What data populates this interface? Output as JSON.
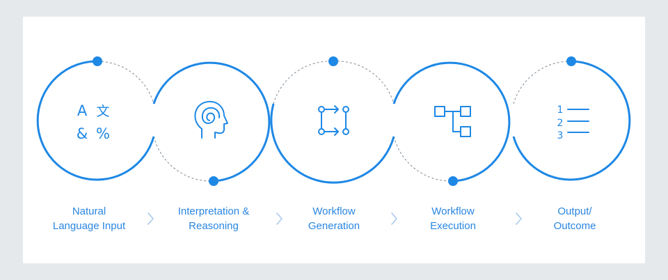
{
  "steps": [
    {
      "label": "Natural\nLanguage Input",
      "icon": "translate-icon"
    },
    {
      "label": "Interpretation &\nReasoning",
      "icon": "head-spiral-icon"
    },
    {
      "label": "Workflow\nGeneration",
      "icon": "flow-arrows-icon"
    },
    {
      "label": "Workflow\nExecution",
      "icon": "flowchart-icon"
    },
    {
      "label": "Output/\nOutcome",
      "icon": "numbered-list-icon"
    }
  ],
  "icon_glyphs": {
    "a": "A",
    "amp": "&",
    "wen": "文",
    "pct": "%",
    "n1": "1",
    "n2": "2",
    "n3": "3"
  },
  "colors": {
    "accent": "#1e88e5",
    "dashed": "#7f8b96",
    "background": "#e6e9ec",
    "card": "#ffffff"
  }
}
